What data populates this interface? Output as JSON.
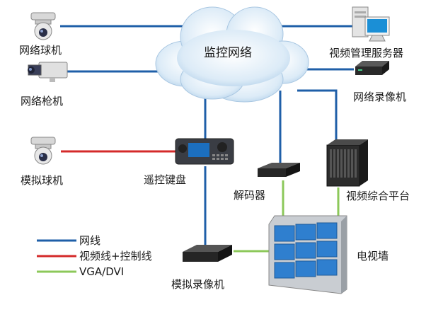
{
  "colors": {
    "network": "#1f5fa8",
    "video_control": "#d42a2a",
    "vga_dvi": "#8cc85a"
  },
  "cloud": {
    "label": "监控网络"
  },
  "devices": {
    "dome_camera": "网络球机",
    "box_camera": "网络枪机",
    "analog_dome": "模拟球机",
    "keyboard": "遥控键盘",
    "decoder": "解码器",
    "server": "视频管理服务器",
    "nvr": "网络录像机",
    "platform": "视频综合平台",
    "video_wall": "电视墙",
    "dvr": "模拟录像机"
  },
  "legend": [
    {
      "label": "网线",
      "color": "#1f5fa8"
    },
    {
      "label": "视频线+控制线",
      "color": "#d42a2a"
    },
    {
      "label": "VGA/DVI",
      "color": "#8cc85a"
    }
  ]
}
